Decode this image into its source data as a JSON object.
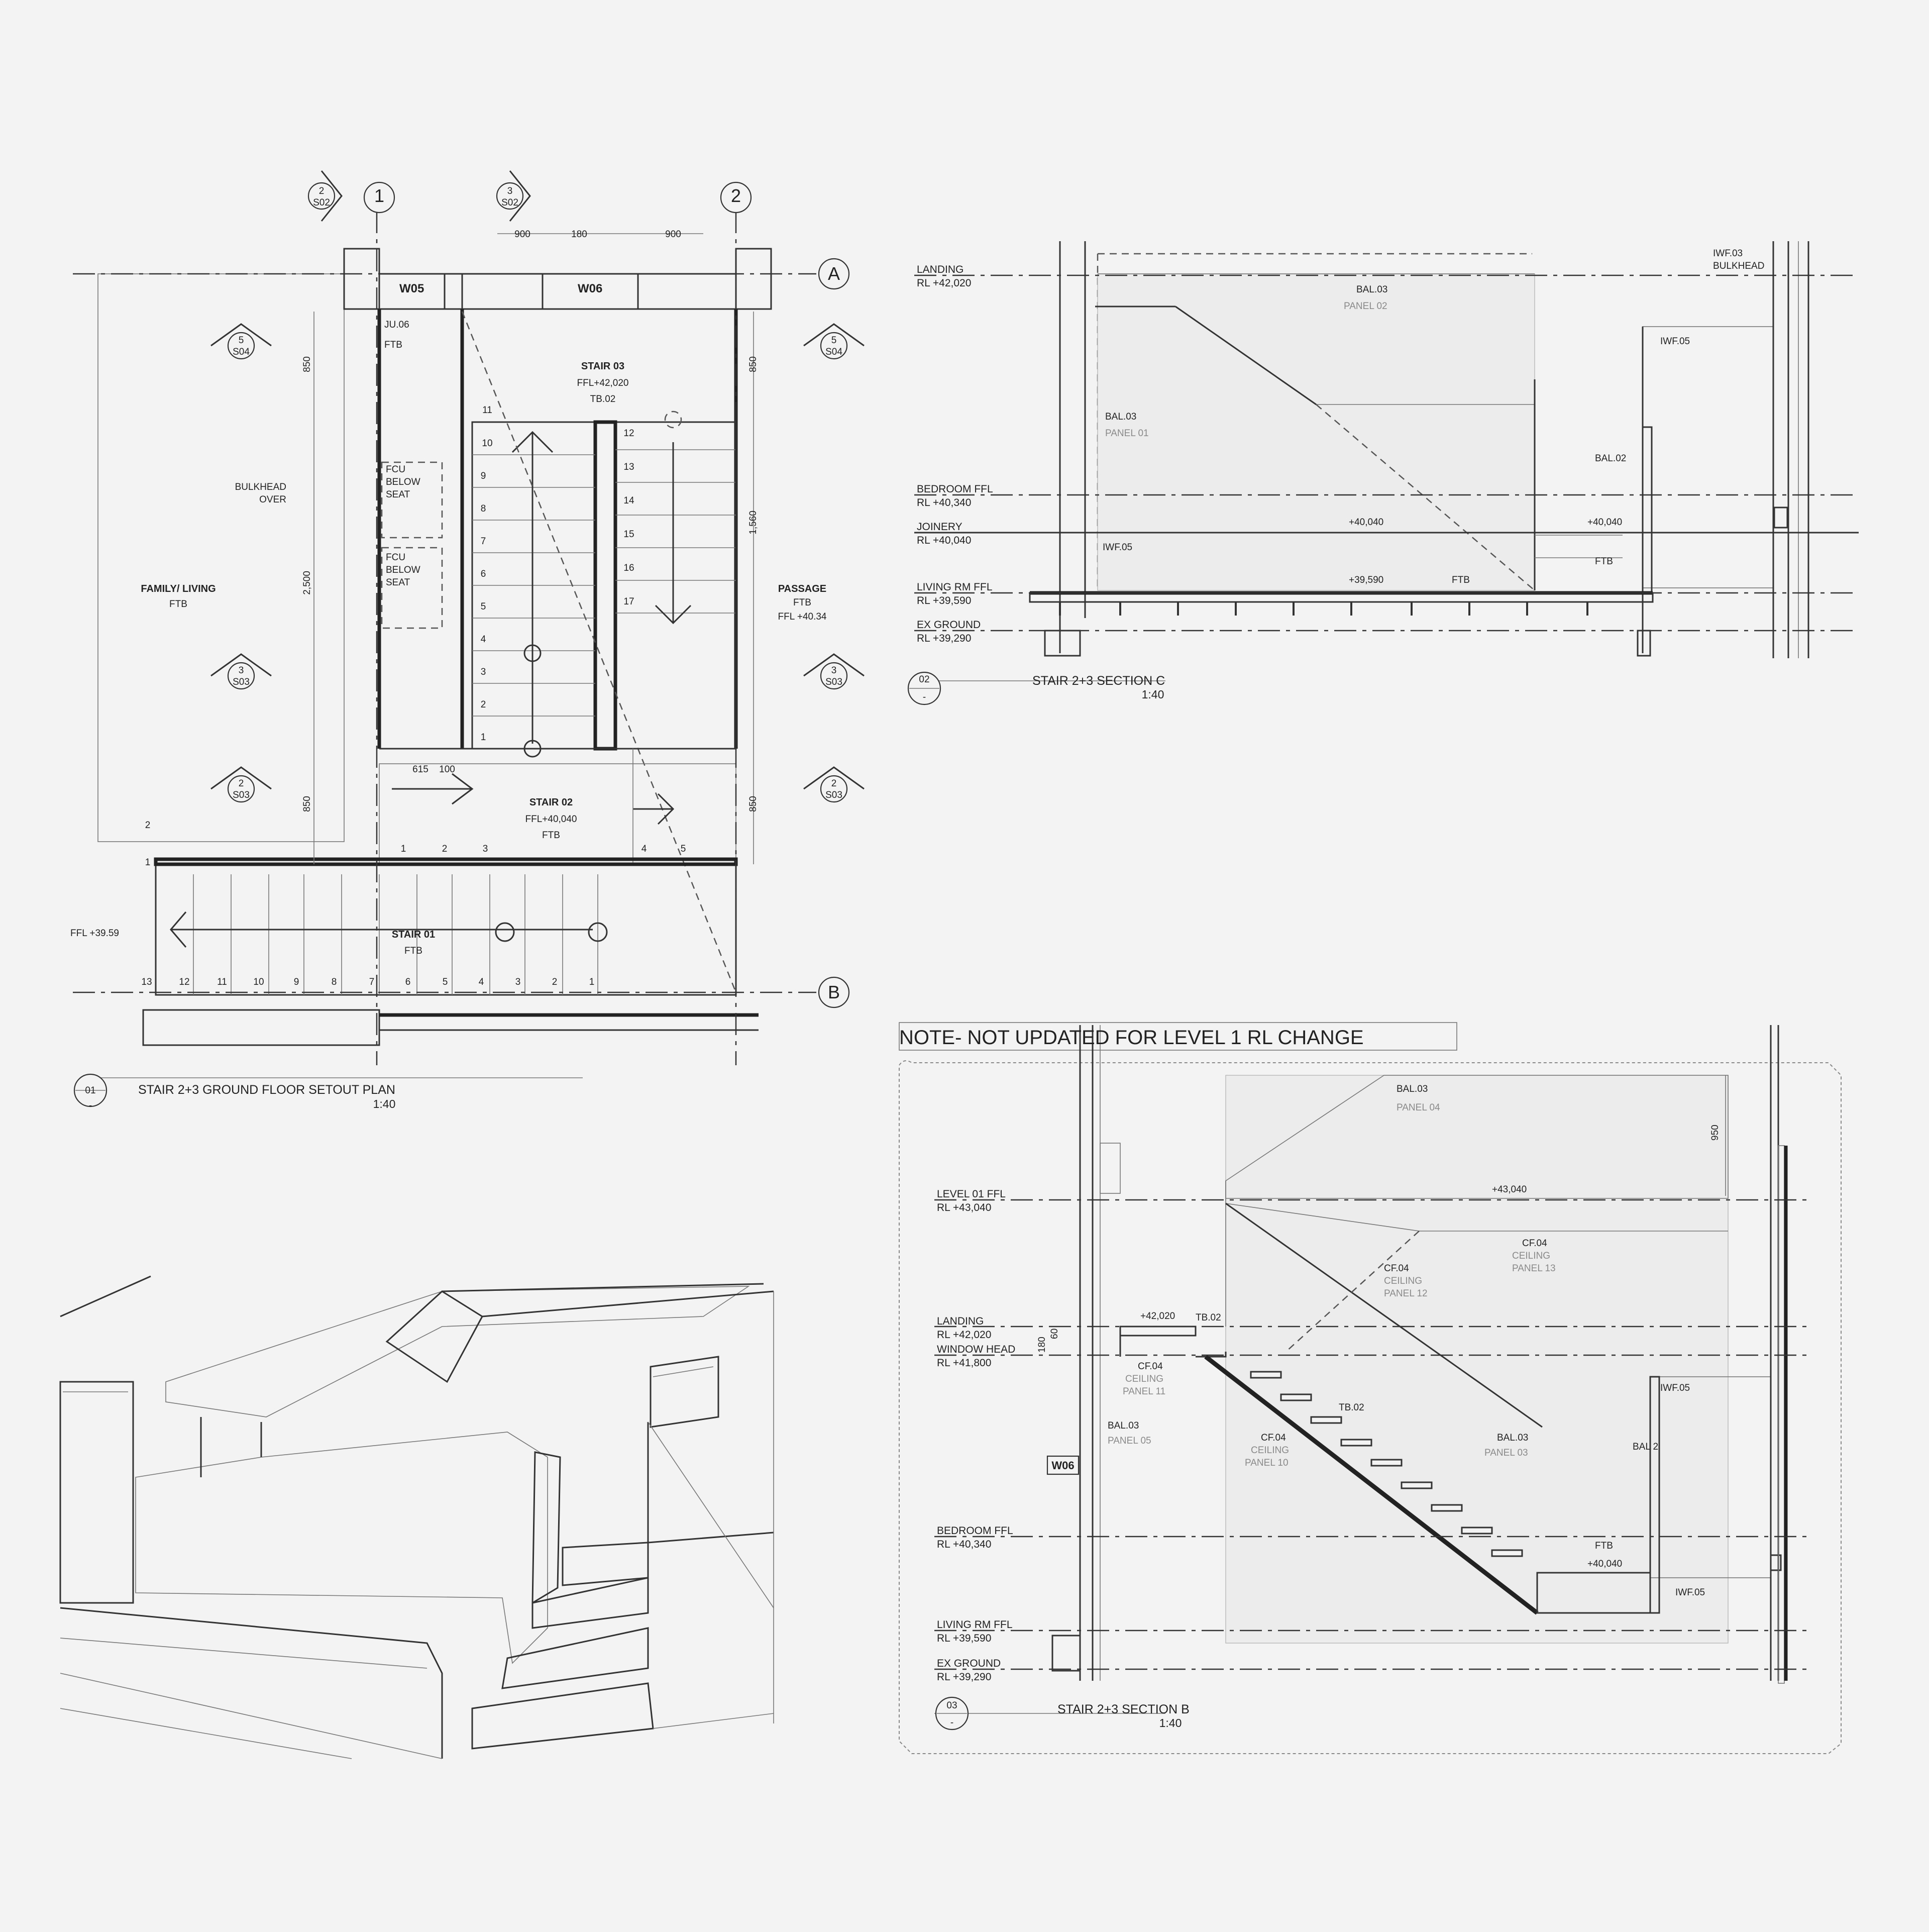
{
  "plan": {
    "title": {
      "num": "01",
      "sheet": "-",
      "text": "STAIR 2+3 GROUND FLOOR SETOUT PLAN",
      "scale": "1:40"
    },
    "grid": {
      "g1": "1",
      "g2": "2",
      "ga": "A",
      "gb": "B"
    },
    "markers": {
      "m1": {
        "n": "2",
        "s": "S02"
      },
      "m2": {
        "n": "3",
        "s": "S02"
      },
      "m3": {
        "n": "5",
        "s": "S04"
      },
      "m4": {
        "n": "5",
        "s": "S04"
      },
      "m5": {
        "n": "3",
        "s": "S03"
      },
      "m6": {
        "n": "3",
        "s": "S03"
      },
      "m7": {
        "n": "2",
        "s": "S03"
      },
      "m8": {
        "n": "2",
        "s": "S03"
      }
    },
    "dims": {
      "d900a": "900",
      "d180": "180",
      "d900b": "900",
      "d850a": "850",
      "d2500": "2,500",
      "d850b": "850",
      "d850c": "850",
      "d1560": "1,560",
      "d850d": "850",
      "d615": "615",
      "d100": "100"
    },
    "tags": {
      "w05": "W05",
      "w06": "W06",
      "ju06": "JU.06",
      "ftb1": "FTB",
      "stair03": "STAIR 03",
      "ffl42020": "FFL+42,020",
      "tb02": "TB.02",
      "fcu1a": "FCU",
      "fcu1b": "BELOW",
      "fcu1c": "SEAT",
      "fcu2a": "FCU",
      "fcu2b": "BELOW",
      "fcu2c": "SEAT",
      "bulkhead": "BULKHEAD",
      "over": "OVER",
      "family": "FAMILY/ LIVING",
      "ftb2": "FTB",
      "passage": "PASSAGE",
      "ftb3": "FTB",
      "ffl4034": "FFL +40.34",
      "stair02": "STAIR 02",
      "ffl40040": "FFL+40,040",
      "ftb4": "FTB",
      "stair01": "STAIR 01",
      "ftb5": "FTB",
      "ffl3959": "FFL +39.59"
    },
    "treads3": {
      "t1": "1",
      "t2": "2",
      "t3": "3",
      "t4": "4",
      "t5": "5",
      "t6": "6",
      "t7": "7",
      "t8": "8",
      "t9": "9",
      "t10": "10",
      "t11": "11",
      "t12": "12",
      "t13": "13",
      "t14": "14",
      "t15": "15",
      "t16": "16",
      "t17": "17"
    },
    "treads2": {
      "t1": "1",
      "t2": "2",
      "t3": "3",
      "t4": "4",
      "t5": "5"
    },
    "treads1": {
      "l1": "1",
      "l2": "2",
      "t1": "1",
      "t2": "2",
      "t3": "3",
      "t4": "4",
      "t5": "5",
      "t6": "6",
      "t7": "7",
      "t8": "8",
      "t9": "9",
      "t10": "10",
      "t11": "11",
      "t12": "12",
      "t13": "13"
    }
  },
  "section_c": {
    "title": {
      "num": "02",
      "sheet": "-",
      "text": "STAIR 2+3 SECTION C",
      "scale": "1:40"
    },
    "levels": {
      "landing": {
        "name": "LANDING",
        "rl": "RL +42,020"
      },
      "bedroom": {
        "name": "BEDROOM FFL",
        "rl": "RL +40,340"
      },
      "joinery": {
        "name": "JOINERY",
        "rl": "RL +40,040"
      },
      "living": {
        "name": "LIVING RM FFL",
        "rl": "RL +39,590"
      },
      "ground": {
        "name": "EX GROUND",
        "rl": "RL +39,290"
      }
    },
    "labels": {
      "bal03a": "BAL.03",
      "panel02": "PANEL 02",
      "bal03b": "BAL.03",
      "panel01": "PANEL 01",
      "iwf05a": "IWF.05",
      "iwf03": "IWF.03",
      "bulkhead": "BULKHEAD",
      "iwf05b": "IWF.05",
      "bal02": "BAL.02",
      "l40040a": "+40,040",
      "l40040b": "+40,040",
      "ftb1": "FTB",
      "l39590": "+39,590",
      "ftb2": "FTB"
    }
  },
  "section_b": {
    "note": "NOTE- NOT UPDATED FOR LEVEL 1 RL CHANGE",
    "title": {
      "num": "03",
      "sheet": "-",
      "text": "STAIR 2+3 SECTION B",
      "scale": "1:40"
    },
    "levels": {
      "level01": {
        "name": "LEVEL 01 FFL",
        "rl": "RL +43,040"
      },
      "landing": {
        "name": "LANDING",
        "rl": "RL +42,020"
      },
      "window_head": {
        "name": "WINDOW HEAD",
        "rl": "RL +41,800"
      },
      "bedroom": {
        "name": "BEDROOM FFL",
        "rl": "RL +40,340"
      },
      "living": {
        "name": "LIVING RM FFL",
        "rl": "RL +39,590"
      },
      "ground": {
        "name": "EX GROUND",
        "rl": "RL +39,290"
      }
    },
    "labels": {
      "bal03a": "BAL.03",
      "panel04": "PANEL 04",
      "d950": "950",
      "l43040": "+43,040",
      "cf04a": "CF.04",
      "ceiling_a": "CEILING",
      "panel13": "PANEL 13",
      "cf04b": "CF.04",
      "ceiling_b": "CEILING",
      "panel12": "PANEL 12",
      "l42020": "+42,020",
      "tb02a": "TB.02",
      "d60": "60",
      "d180": "180",
      "cf04c": "CF.04",
      "ceiling_c": "CEILING",
      "panel11": "PANEL 11",
      "tb02b": "TB.02",
      "bal03b": "BAL.03",
      "panel05": "PANEL 05",
      "cf04d": "CF.04",
      "ceiling_d": "CEILING",
      "panel10": "PANEL 10",
      "bal03c": "BAL.03",
      "panel03": "PANEL 03",
      "iwf05a": "IWF.05",
      "bal2": "BAL 2",
      "w06": "W06",
      "ftb": "FTB",
      "l40040": "+40,040",
      "iwf05b": "IWF.05"
    }
  }
}
